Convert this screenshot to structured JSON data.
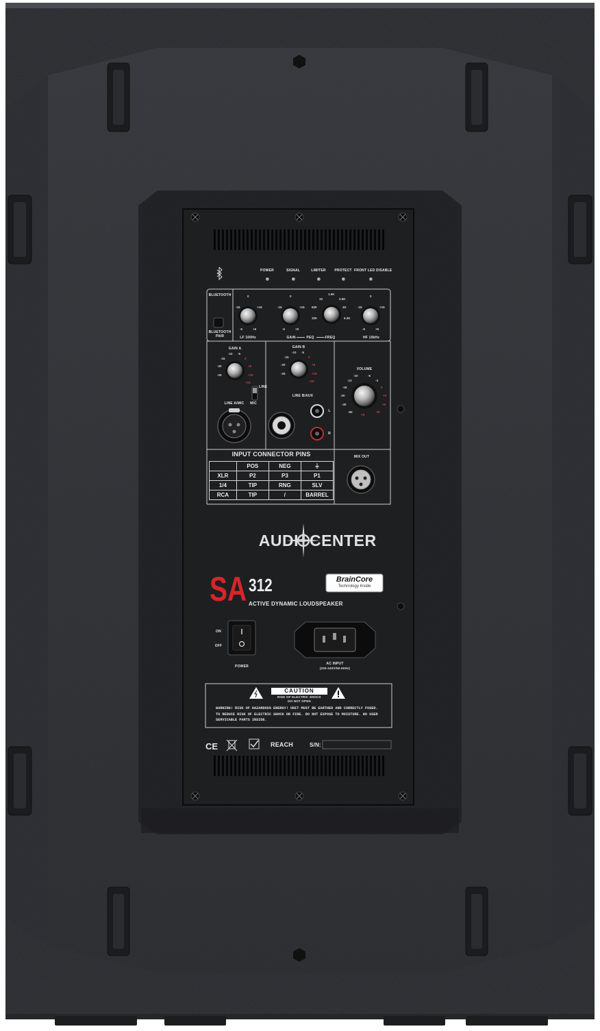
{
  "branding": {
    "logo_left": "AUDI",
    "logo_right": "CENTER",
    "model_prefix": "SA",
    "model_number": "312",
    "product_type": "ACTIVE DYNAMIC LOUDSPEAKER",
    "badge_title": "BrainCore",
    "badge_subtitle": "Technology Inside"
  },
  "indicators": [
    "POWER",
    "SIGNAL",
    "LIMITER",
    "PROTECT",
    "FRONT LED DISABLE"
  ],
  "bluetooth": {
    "label_top": "BLUETOOTH",
    "label_bottom_1": "BLUETOOTH",
    "label_bottom_2": "PAIR"
  },
  "eq": {
    "lf_label": "LF 100Hz",
    "gain_label": "GAIN",
    "peq_label": "PEQ",
    "freq_label": "FREQ",
    "hf_label": "HF 10kHz",
    "lf_ticks": [
      "0",
      "-5",
      "+5",
      "-15",
      "+15"
    ],
    "gain_ticks": [
      "0",
      "-5",
      "+5",
      "-15",
      "+15"
    ],
    "freq_ticks": [
      "1.6K",
      "10",
      "2.5K",
      "630",
      "4K",
      "325",
      "6.3K"
    ],
    "hf_ticks": [
      "0",
      "-5",
      "+5",
      "-15",
      "+15"
    ]
  },
  "channel_a": {
    "gain_label": "GAIN A",
    "input_label": "LINE A/MIC",
    "switch_label_1": "LINE",
    "switch_label_2": "MIC",
    "ticks": [
      "-10",
      "-5",
      "-15",
      "0",
      "-20",
      "+5",
      "-25",
      "+10",
      "+15"
    ]
  },
  "channel_b": {
    "gain_label": "GAIN B",
    "input_label": "LINE B/AUX",
    "rca_left": "L",
    "rca_right": "R",
    "ticks": [
      "-10",
      "-5",
      "-15",
      "0",
      "-20",
      "+5",
      "-25",
      "+10",
      "+15"
    ]
  },
  "volume": {
    "label": "VOLUME",
    "ticks": [
      "-10",
      "-6",
      "-13",
      "-3",
      "-16",
      "0",
      "-20",
      "+3",
      "-30",
      "+6",
      "-50",
      "+8",
      "+9"
    ]
  },
  "mix_out": "MIX OUT",
  "pins_table": {
    "title": "INPUT CONNECTOR PINS",
    "headers": [
      "",
      "POS",
      "NEG",
      "⏚"
    ],
    "rows": [
      [
        "XLR",
        "P2",
        "P3",
        "P1"
      ],
      [
        "1/4",
        "TIP",
        "RNG",
        "SLV"
      ],
      [
        "RCA",
        "TIP",
        "/",
        "BARREL"
      ]
    ]
  },
  "power": {
    "label": "POWER",
    "on": "ON",
    "off": "OFF"
  },
  "ac_input": {
    "label": "AC INPUT",
    "spec": "(220-240V/50-60Hz)"
  },
  "caution": {
    "title": "CAUTION",
    "subtitle_1": "RISK OF ELECTRIC SHOCK",
    "subtitle_2": "DO NOT OPEN",
    "body": "WARNING! RISK OF HAZARDOUS ENERGY! UNIT MUST BE EARTHED AND CORRECTLY FUSED. TO REDUCE RISK OF ELECTRIC SHOCK OR FIRE. DO NOT EXPOSE TO MOISTURE. NO USER SERVICABLE PARTS INSIDE."
  },
  "certifications": {
    "ce": "CE",
    "reach": "REACH",
    "serial_label": "S/N:"
  },
  "colors": {
    "cabinet": "#34363b",
    "panel": "#1e1f21",
    "accent_red": "#d6262a",
    "label": "#e8e8e8"
  }
}
